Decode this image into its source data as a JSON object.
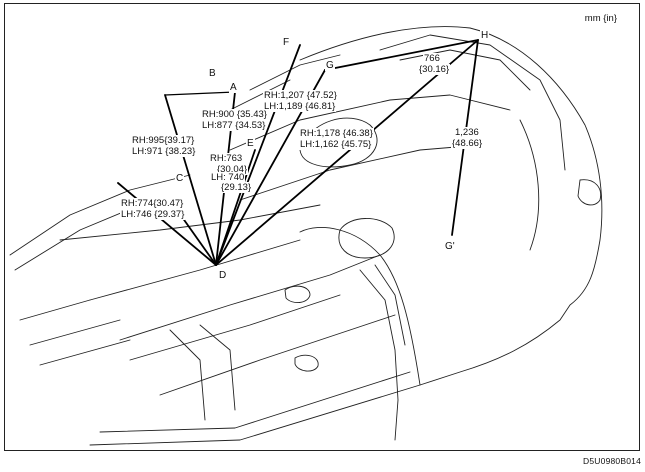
{
  "units": "mm {in}",
  "figure_code": "D5U0980B014",
  "points": {
    "A": "A",
    "B": "B",
    "C": "C",
    "D": "D",
    "E": "E",
    "F": "F",
    "G": "G",
    "G_prime": "G'",
    "H": "H"
  },
  "measurements": {
    "b_rh": "RH:900 {35.43}",
    "b_lh": "LH:877 {34.53}",
    "f_rh": "RH:1,207 {47.52}",
    "f_lh": "LH:1,189 {46.81}",
    "g_rh": "RH:1,178 {46.38}",
    "g_lh": "LH:1,162 {45.75}",
    "c_rh": "RH:995{39.17}",
    "c_lh": "LH:971 {38.23}",
    "e_rh": "RH:763",
    "e_rh_in": "{30.04}",
    "e_lh": "LH: 740",
    "e_lh_in": "{29.13}",
    "d_rh": "RH:774{30.47}",
    "d_lh": "LH:746 {29.37}",
    "h1": "766",
    "h1_in": "{30.16}",
    "h2": "1,236",
    "h2_in": "{48.66}"
  }
}
